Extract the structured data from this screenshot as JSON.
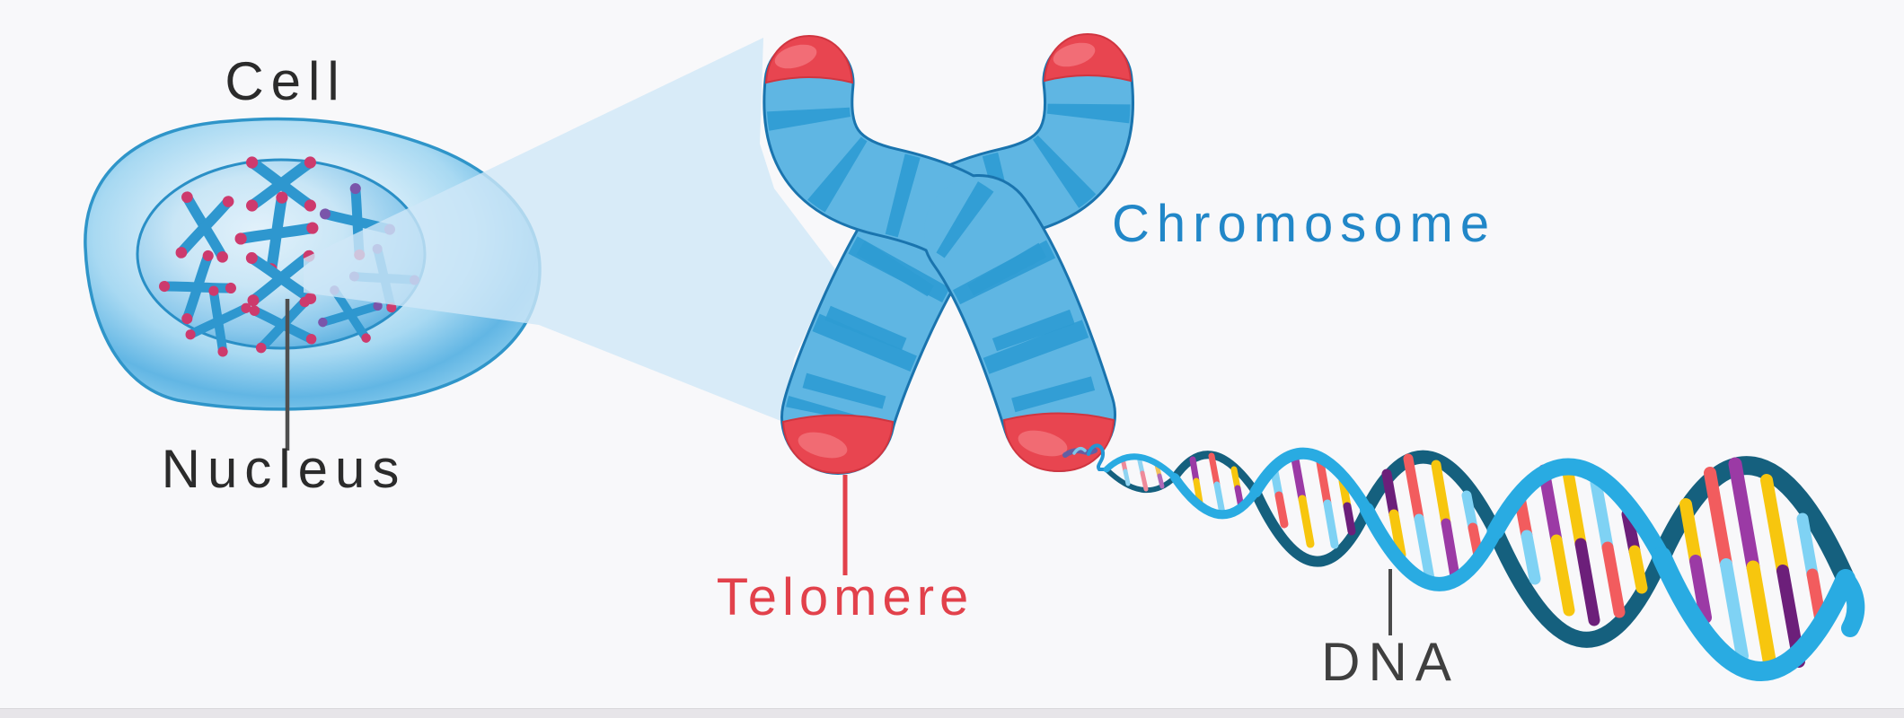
{
  "diagram": {
    "type": "biology-illustration",
    "subject": "From cell to DNA: location of telomeres on a chromosome",
    "labels": {
      "cell": "Cell",
      "nucleus": "Nucleus",
      "chromosome": "Chromosome",
      "telomere": "Telomere",
      "dna": "DNA"
    },
    "parts": [
      {
        "name": "cell",
        "label": "Cell",
        "label_color": "#2b2b2b",
        "pointer": "none"
      },
      {
        "name": "nucleus",
        "label": "Nucleus",
        "label_color": "#2b2b2b",
        "pointer": "dark vertical line from nucleus down to label"
      },
      {
        "name": "chromosome",
        "label": "Chromosome",
        "label_color": "#2187c8",
        "pointer": "none"
      },
      {
        "name": "telomere",
        "label": "Telomere",
        "label_color": "#e2414b",
        "pointer": "red vertical line from lower-left telomere cap down to label"
      },
      {
        "name": "dna",
        "label": "DNA",
        "label_color": "#3f3f3f",
        "pointer": "dark vertical line from helix down to label"
      }
    ],
    "colors": {
      "background": "#f8f8fa",
      "bottom_strip": "#e7e5e9",
      "cell_membrane_blue": "#2f95c9",
      "cell_fill_light": "#d4ecf9",
      "cell_fill_deep": "#62b6e4",
      "nucleus_edge_blue": "#2a8fc6",
      "mini_chromosome_blue": "#2e97cf",
      "mini_tip_pink": "#cd3a6d",
      "mini_tip_purple": "#7a55aa",
      "magnifier_beam": "#cfe7f8",
      "chromosome_arm_blue": "#5fb6e3",
      "chromosome_band_blue": "#2d9bd3",
      "chromosome_outline": "#1a74ae",
      "telomere_cap_red": "#e84550",
      "telomere_cap_highlight": "#f3747c",
      "dna_strand_front": "#29abe2",
      "dna_strand_back": "#15607e",
      "base_pair_yellow": "#f7c60e",
      "base_pair_red": "#f25c5e",
      "base_pair_lightblue": "#7fd2f4",
      "base_pair_purple": "#9b3aa5",
      "base_pair_darkpurple": "#6c1f7a"
    }
  }
}
